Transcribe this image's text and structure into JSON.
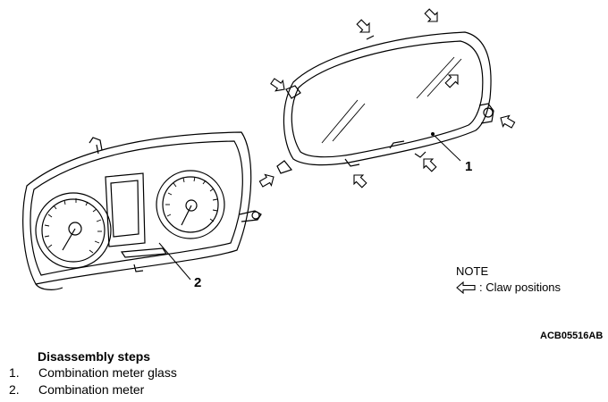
{
  "callouts": {
    "glass": "1",
    "meter": "2"
  },
  "note": {
    "title": "NOTE",
    "legend_text": ": Claw positions"
  },
  "figure_code": "ACB05516AB",
  "steps": {
    "title": "Disassembly steps",
    "items": [
      {
        "num": "1.",
        "label": "Combination meter glass"
      },
      {
        "num": "2.",
        "label": "Combination meter"
      }
    ]
  },
  "colors": {
    "line": "#000000",
    "background": "#ffffff"
  }
}
